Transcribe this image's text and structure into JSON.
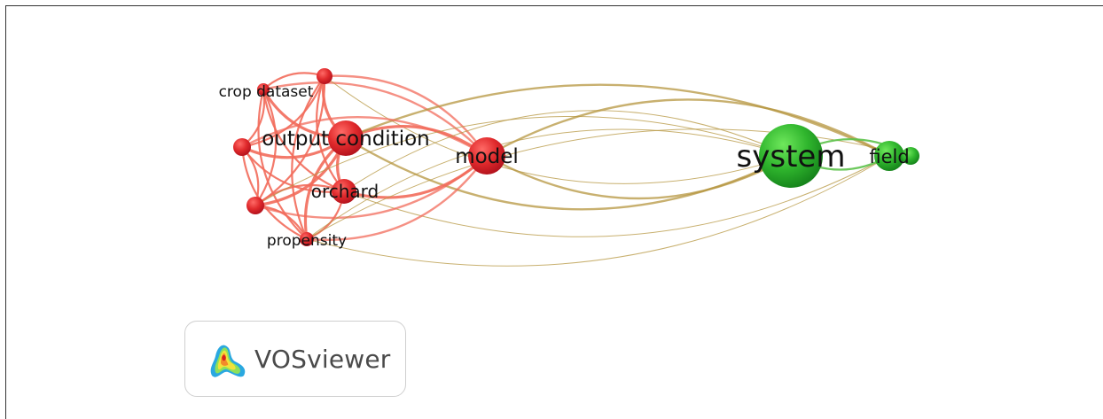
{
  "logo": {
    "text": "VOSviewer"
  },
  "colors": {
    "cluster_red": "#e8413f",
    "cluster_green": "#3fbf3a",
    "red_link": "#f26b5b",
    "green_link": "#5cc24a"
  },
  "nodes": [
    {
      "id": "crop dataset",
      "label": "crop dataset",
      "cluster": "red"
    },
    {
      "id": "unlabeled-1",
      "label": "",
      "cluster": "red"
    },
    {
      "id": "output condition",
      "label": "output condition",
      "cluster": "red"
    },
    {
      "id": "unlabeled-2",
      "label": "",
      "cluster": "red"
    },
    {
      "id": "orchard",
      "label": "orchard",
      "cluster": "red"
    },
    {
      "id": "unlabeled-3",
      "label": "",
      "cluster": "red"
    },
    {
      "id": "propensity",
      "label": "propensity",
      "cluster": "red"
    },
    {
      "id": "model",
      "label": "model",
      "cluster": "red"
    },
    {
      "id": "system",
      "label": "system",
      "cluster": "green"
    },
    {
      "id": "field",
      "label": "field",
      "cluster": "green"
    },
    {
      "id": "unlabeled-4",
      "label": "",
      "cluster": "green"
    }
  ],
  "links": [
    [
      "crop dataset",
      "unlabeled-1"
    ],
    [
      "crop dataset",
      "output condition"
    ],
    [
      "crop dataset",
      "unlabeled-2"
    ],
    [
      "crop dataset",
      "orchard"
    ],
    [
      "crop dataset",
      "unlabeled-3"
    ],
    [
      "crop dataset",
      "propensity"
    ],
    [
      "crop dataset",
      "model"
    ],
    [
      "unlabeled-1",
      "output condition"
    ],
    [
      "unlabeled-1",
      "unlabeled-2"
    ],
    [
      "unlabeled-1",
      "orchard"
    ],
    [
      "unlabeled-1",
      "unlabeled-3"
    ],
    [
      "unlabeled-1",
      "propensity"
    ],
    [
      "unlabeled-1",
      "model"
    ],
    [
      "unlabeled-1",
      "system"
    ],
    [
      "output condition",
      "unlabeled-2"
    ],
    [
      "output condition",
      "orchard"
    ],
    [
      "output condition",
      "unlabeled-3"
    ],
    [
      "output condition",
      "propensity"
    ],
    [
      "output condition",
      "model"
    ],
    [
      "output condition",
      "system"
    ],
    [
      "output condition",
      "field"
    ],
    [
      "unlabeled-2",
      "orchard"
    ],
    [
      "unlabeled-2",
      "unlabeled-3"
    ],
    [
      "unlabeled-2",
      "propensity"
    ],
    [
      "unlabeled-2",
      "model"
    ],
    [
      "orchard",
      "unlabeled-3"
    ],
    [
      "orchard",
      "propensity"
    ],
    [
      "orchard",
      "model"
    ],
    [
      "orchard",
      "system"
    ],
    [
      "orchard",
      "field"
    ],
    [
      "unlabeled-3",
      "propensity"
    ],
    [
      "unlabeled-3",
      "model"
    ],
    [
      "unlabeled-3",
      "system"
    ],
    [
      "propensity",
      "model"
    ],
    [
      "propensity",
      "system"
    ],
    [
      "propensity",
      "field"
    ],
    [
      "propensity",
      "unlabeled-4"
    ],
    [
      "model",
      "system"
    ],
    [
      "model",
      "field"
    ],
    [
      "system",
      "field"
    ],
    [
      "system",
      "unlabeled-4"
    ],
    [
      "field",
      "unlabeled-4"
    ]
  ]
}
